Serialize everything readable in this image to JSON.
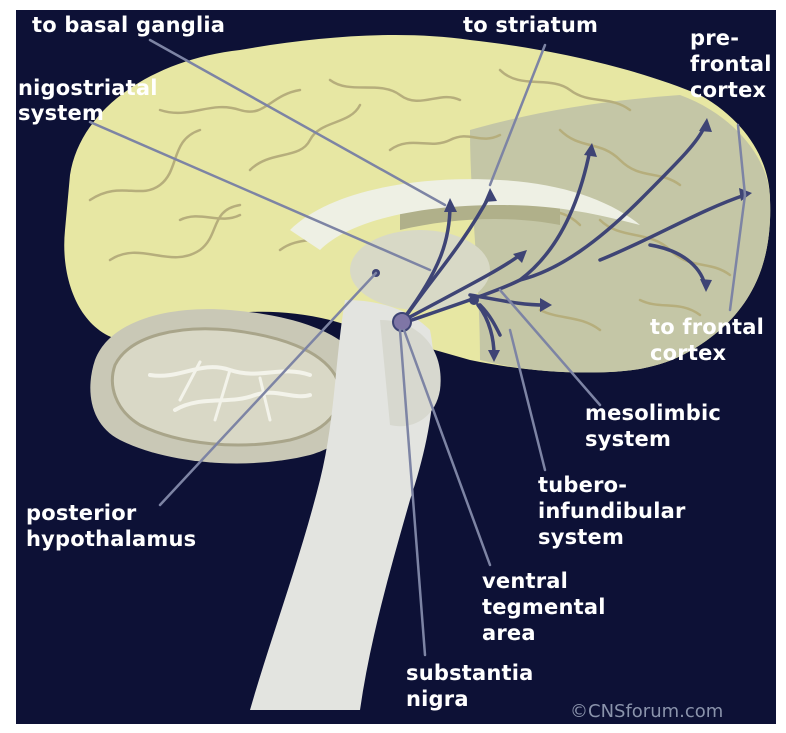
{
  "colors": {
    "background": "#0d1136",
    "cortex": "#e7e7a3",
    "cortex_gyri": "#b6ae7c",
    "frontal_region": "#c4c6a6",
    "cerebellum": "#c9c8b6",
    "brainstem": "#e3e4e0",
    "corpus_callosum": "#eef0e4",
    "striatum": "#b0b08a",
    "pathway": "#3e4475",
    "leader_line": "#7d84a4",
    "label_text": "#ffffff",
    "credit_text": "#8a93ab"
  },
  "labels": {
    "to_basal_ganglia": "to basal ganglia",
    "to_striatum": "to striatum",
    "prefrontal_cortex": [
      "pre-",
      "frontal",
      "cortex"
    ],
    "nigostriatal_system": [
      "nigostriatal",
      "system"
    ],
    "to_frontal_cortex": [
      "to frontal",
      "cortex"
    ],
    "mesolimbic_system": [
      "mesolimbic",
      "system"
    ],
    "tuberoinfundibular_system": [
      "tubero-",
      "infundibular",
      "system"
    ],
    "posterior_hypothalamus": [
      "posterior",
      "hypothalamus"
    ],
    "ventral_tegmental_area": [
      "ventral",
      "tegmental",
      "area"
    ],
    "substantia_nigra": [
      "substantia",
      "nigra"
    ]
  },
  "credit": "©CNSforum.com"
}
